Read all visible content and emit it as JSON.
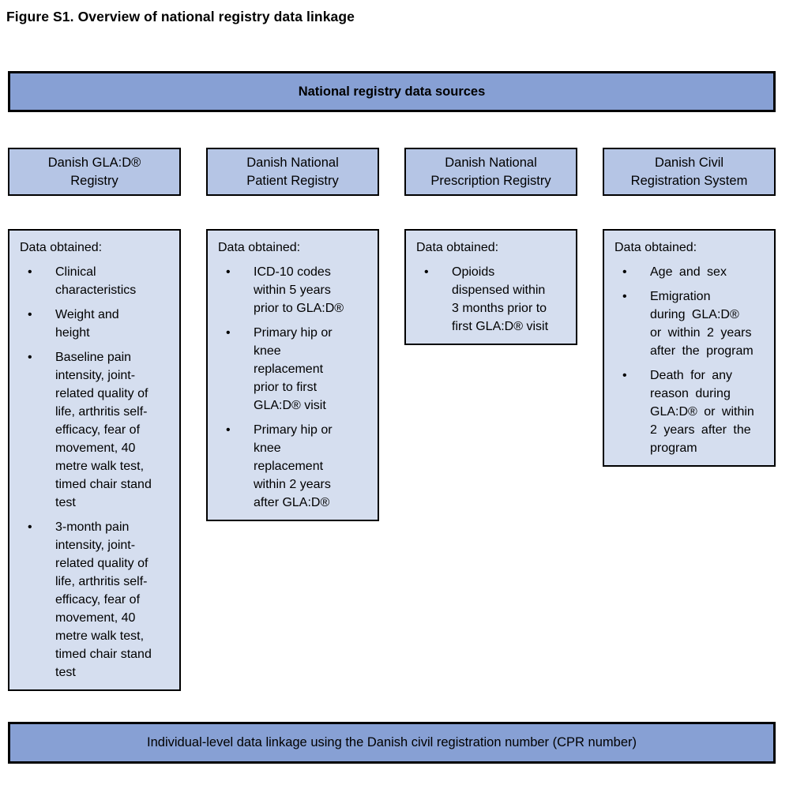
{
  "figure_title": "Figure S1. Overview of national registry data linkage",
  "top_banner": "National registry data sources",
  "bottom_banner": "Individual-level data linkage using the Danish civil registration number (CPR number)",
  "colors": {
    "banner_bg": "#87A0D4",
    "header_box_bg": "#B5C5E5",
    "data_box_bg": "#D5DEEF",
    "border": "#000000",
    "text": "#000000",
    "page_bg": "#FFFFFF"
  },
  "columns": [
    {
      "header": "Danish GLA:D®\nRegistry",
      "data_label": "Data obtained:",
      "bullets": [
        "Clinical\ncharacteristics",
        "Weight and\nheight",
        "Baseline pain\nintensity, joint-\nrelated quality of\nlife, arthritis self-\nefficacy, fear of\nmovement, 40\nmetre walk test,\ntimed chair stand\ntest",
        "3-month pain\nintensity, joint-\nrelated quality of\nlife, arthritis self-\nefficacy, fear of\nmovement, 40\nmetre walk test,\ntimed chair stand\ntest"
      ]
    },
    {
      "header": "Danish National\nPatient Registry",
      "data_label": "Data obtained:",
      "bullets": [
        "ICD-10 codes\nwithin 5 years\nprior to GLA:D®",
        "Primary hip or\nknee\nreplacement\nprior to first\nGLA:D® visit",
        "Primary hip or\nknee\nreplacement\nwithin 2 years\nafter GLA:D®"
      ]
    },
    {
      "header": "Danish National\nPrescription Registry",
      "data_label": "Data obtained:",
      "bullets": [
        "Opioids\ndispensed within\n3 months prior to\nfirst GLA:D® visit"
      ]
    },
    {
      "header": "Danish Civil\nRegistration System",
      "data_label": "Data obtained:",
      "bullets": [
        "Age and sex",
        "Emigration\nduring GLA:D®\nor within 2 years\nafter the program",
        "Death for any\nreason during\nGLA:D® or within\n2 years after the\nprogram"
      ]
    }
  ]
}
